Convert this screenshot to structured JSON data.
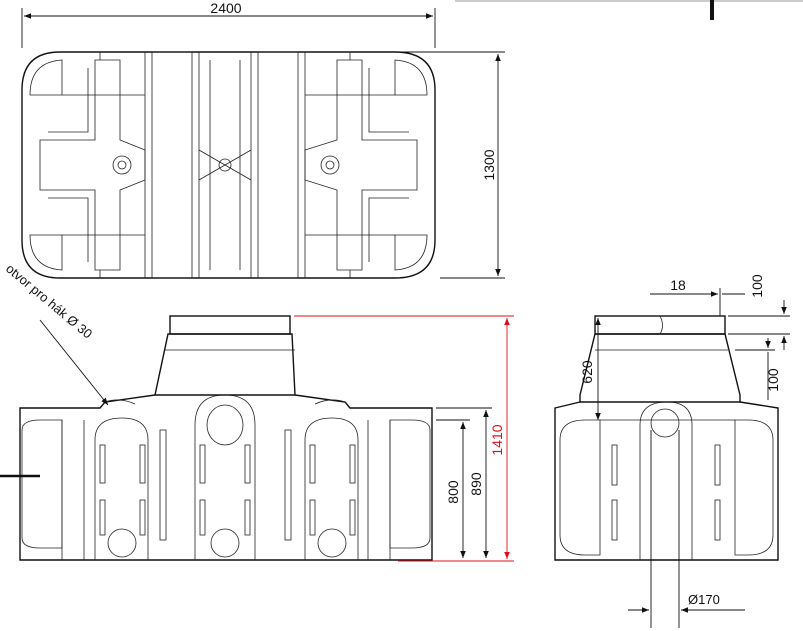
{
  "dimensions": {
    "top_width": "2400",
    "top_depth": "1300",
    "front_total_height": "1410",
    "front_height_890": "890",
    "front_height_800": "800",
    "side_wall_18": "18",
    "side_100_top": "100",
    "side_100_bottom": "100",
    "side_neck_620": "620",
    "side_diameter_170": "Ø170"
  },
  "annotations": {
    "hook_hole": "otvor pro hák Ø 30"
  },
  "colors": {
    "line": "#111111",
    "highlight": "#e0101a",
    "background": "#ffffff"
  }
}
